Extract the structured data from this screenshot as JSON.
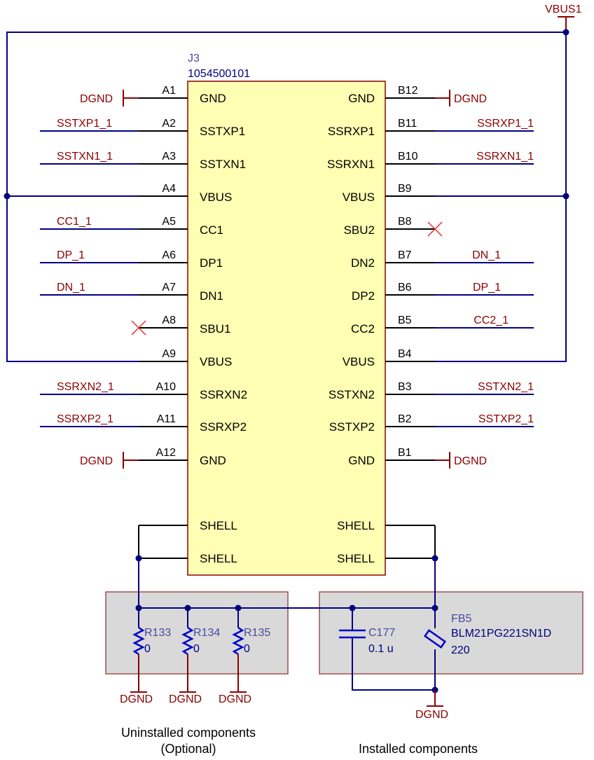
{
  "power": {
    "vbus_label": "VBUS1",
    "gnd_label": "DGND"
  },
  "connector": {
    "designator": "J3",
    "part_number": "1054500101",
    "left_pins": [
      {
        "num": "A1",
        "name": "GND",
        "net": "DGND"
      },
      {
        "num": "A2",
        "name": "SSTXP1",
        "net": "SSTXP1_1"
      },
      {
        "num": "A3",
        "name": "SSTXN1",
        "net": "SSTXN1_1"
      },
      {
        "num": "A4",
        "name": "VBUS",
        "net": ""
      },
      {
        "num": "A5",
        "name": "CC1",
        "net": "CC1_1"
      },
      {
        "num": "A6",
        "name": "DP1",
        "net": "DP_1"
      },
      {
        "num": "A7",
        "name": "DN1",
        "net": "DN_1"
      },
      {
        "num": "A8",
        "name": "SBU1",
        "net": ""
      },
      {
        "num": "A9",
        "name": "VBUS",
        "net": ""
      },
      {
        "num": "A10",
        "name": "SSRXN2",
        "net": "SSRXN2_1"
      },
      {
        "num": "A11",
        "name": "SSRXP2",
        "net": "SSRXP2_1"
      },
      {
        "num": "A12",
        "name": "GND",
        "net": "DGND"
      }
    ],
    "right_pins": [
      {
        "num": "B12",
        "name": "GND",
        "net": "DGND"
      },
      {
        "num": "B11",
        "name": "SSRXP1",
        "net": "SSRXP1_1"
      },
      {
        "num": "B10",
        "name": "SSRXN1",
        "net": "SSRXN1_1"
      },
      {
        "num": "B9",
        "name": "VBUS",
        "net": ""
      },
      {
        "num": "B8",
        "name": "SBU2",
        "net": ""
      },
      {
        "num": "B7",
        "name": "DN2",
        "net": "DN_1"
      },
      {
        "num": "B6",
        "name": "DP2",
        "net": "DP_1"
      },
      {
        "num": "B5",
        "name": "CC2",
        "net": "CC2_1"
      },
      {
        "num": "B4",
        "name": "VBUS",
        "net": ""
      },
      {
        "num": "B3",
        "name": "SSTXN2",
        "net": "SSTXN2_1"
      },
      {
        "num": "B2",
        "name": "SSTXP2",
        "net": "SSTXP2_1"
      },
      {
        "num": "B1",
        "name": "GND",
        "net": "DGND"
      }
    ],
    "shell_pins": [
      "SHELL",
      "SHELL",
      "SHELL",
      "SHELL"
    ]
  },
  "uninstalled": {
    "caption_line1": "Uninstalled components",
    "caption_line2": "(Optional)",
    "resistors": [
      {
        "designator": "R133",
        "value": "0"
      },
      {
        "designator": "R134",
        "value": "0"
      },
      {
        "designator": "R135",
        "value": "0"
      }
    ]
  },
  "installed": {
    "caption": "Installed components",
    "capacitor": {
      "designator": "C177",
      "value": "0.1 u"
    },
    "ferrite": {
      "designator": "FB5",
      "part_number": "BLM21PG221SN1D",
      "value": "220"
    }
  },
  "colors": {
    "wire": "#000080",
    "power": "#8b0000",
    "body_fill": "#ffffb3",
    "body_stroke": "#8b0000",
    "panel_fill": "#d9d9d9",
    "panel_stroke": "#a05050",
    "no_connect": "#e03030",
    "component": "#0000cc"
  }
}
